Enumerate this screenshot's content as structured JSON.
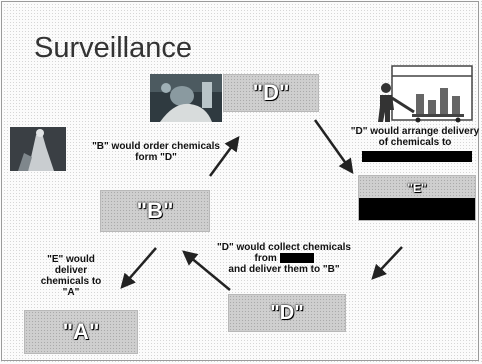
{
  "slide": {
    "title": "Surveillance",
    "boxes": {
      "d_top": "\"D\"",
      "e": "\"E\"",
      "b": "\"B\"",
      "a": "\"A\"",
      "d_bottom": "\"D\""
    },
    "labels": {
      "b_order": "\"B\" would order chemicals form \"D\"",
      "d_arrange": "\"D\" would arrange delivery of chemicals to",
      "e_deliver": "\"E\" would deliver chemicals to \"A\"",
      "d_collect_1": "\"D\" would collect chemicals from",
      "d_collect_2": "and deliver them to \"B\""
    }
  },
  "colors": {
    "box_fill": "#cfcfcf",
    "redaction": "#000000",
    "background": "#fbfbfb"
  },
  "icons": [
    "person-photo",
    "worker-with-cart-icon"
  ]
}
